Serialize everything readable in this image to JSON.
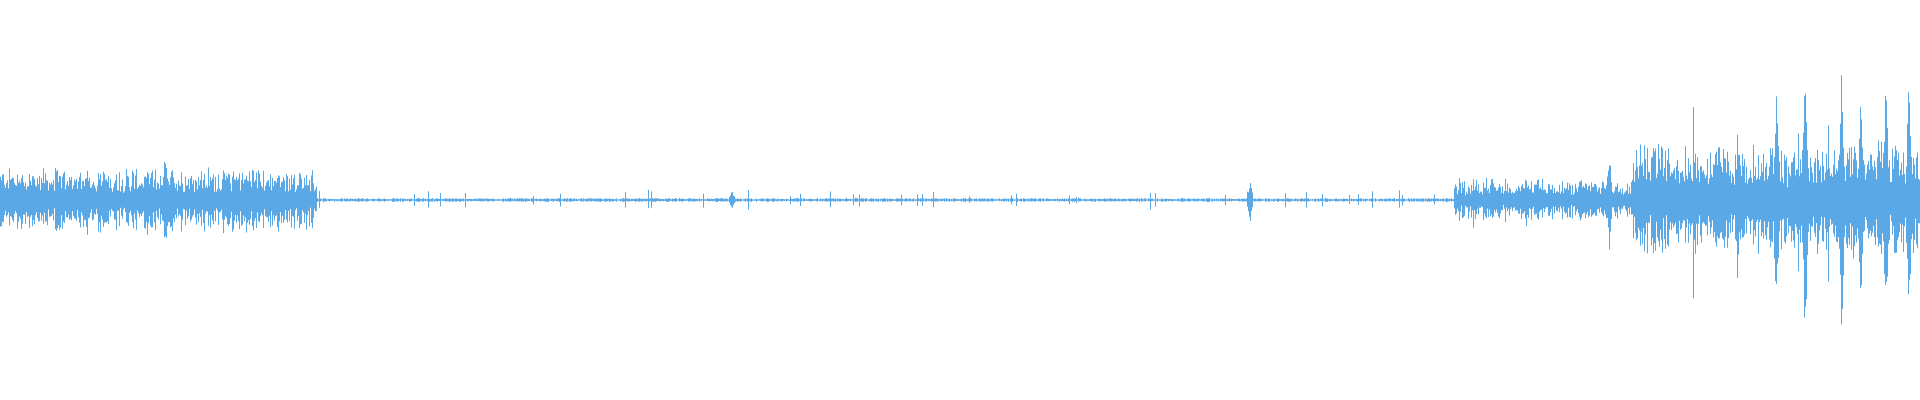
{
  "waveform": {
    "color": "#5aa9e6",
    "background": "#ffffff",
    "segments": [
      {
        "kind": "burst",
        "start": 0.0,
        "end": 0.165,
        "level": 0.16,
        "peak": 0.3
      },
      {
        "kind": "quiet",
        "start": 0.165,
        "end": 0.757,
        "level": 0.01,
        "peak": 0.08
      },
      {
        "kind": "burst",
        "start": 0.757,
        "end": 0.85,
        "level": 0.1,
        "peak": 0.22
      },
      {
        "kind": "burst",
        "start": 0.85,
        "end": 1.0,
        "level": 0.28,
        "peak": 0.9
      }
    ],
    "spikes": [
      {
        "at": 0.086,
        "level": 0.32
      },
      {
        "at": 0.381,
        "level": 0.06
      },
      {
        "at": 0.651,
        "level": 0.13
      },
      {
        "at": 0.838,
        "level": 0.3
      },
      {
        "at": 0.861,
        "level": 0.38
      },
      {
        "at": 0.905,
        "level": 0.44
      },
      {
        "at": 0.925,
        "level": 0.7
      },
      {
        "at": 0.94,
        "level": 0.9
      },
      {
        "at": 0.959,
        "level": 0.8
      },
      {
        "at": 0.969,
        "level": 0.68
      },
      {
        "at": 0.982,
        "level": 0.75
      },
      {
        "at": 0.994,
        "level": 0.73
      }
    ]
  }
}
